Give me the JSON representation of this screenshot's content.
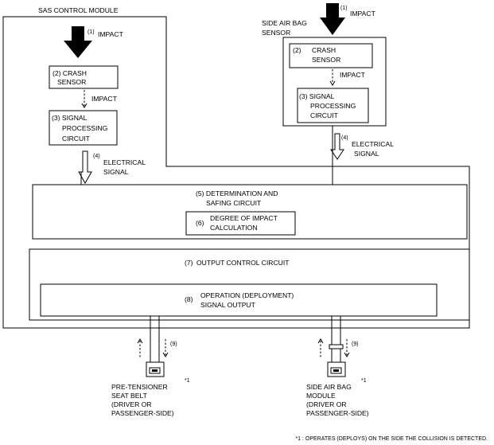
{
  "module": {
    "title": "SAS CONTROL MODULE"
  },
  "left_sensor": {
    "impact_num": "(1)",
    "impact": "IMPACT",
    "crash_sensor": [
      "(2) CRASH",
      "SENSOR"
    ],
    "mid_impact": "IMPACT",
    "signal_circuit": [
      "(3) SIGNAL",
      "PROCESSING",
      "CIRCUIT"
    ],
    "elec_num": "(4)",
    "elec": [
      "ELECTRICAL",
      "SIGNAL"
    ]
  },
  "side_sensor": {
    "title": [
      "SIDE AIR BAG",
      "SENSOR"
    ],
    "impact_num": "(1)",
    "impact": "IMPACT",
    "crash_num": "(2)",
    "crash_sensor": [
      "CRASH",
      "SENSOR"
    ],
    "mid_impact": "IMPACT",
    "signal_circuit": [
      "(3) SIGNAL",
      "PROCESSING",
      "CIRCUIT"
    ],
    "elec_num": "(4)",
    "elec": [
      "ELECTRICAL",
      "SIGNAL"
    ]
  },
  "determination": {
    "lines": [
      "(5) DETERMINATION AND",
      "SAFING CIRCUIT"
    ]
  },
  "degree": {
    "num": "(6)",
    "lines": [
      "DEGREE OF IMPACT",
      "CALCULATION"
    ]
  },
  "output_control": {
    "num": "(7)",
    "label": "OUTPUT CONTROL  CIRCUIT"
  },
  "operation": {
    "num": "(8)",
    "lines": [
      "OPERATION (DEPLOYMENT)",
      "SIGNAL OUTPUT"
    ]
  },
  "pretensioner": {
    "num": "(9)",
    "note_mark": "*1",
    "lines": [
      "PRE-TENSIONER",
      "SEAT BELT",
      "(DRIVER OR",
      "PASSENGER-SIDE)"
    ]
  },
  "side_airbag": {
    "num": "(9)",
    "note_mark": "*1",
    "lines": [
      "SIDE AIR BAG",
      "MODULE",
      "(DRIVER OR",
      "PASSENGER-SIDE)"
    ]
  },
  "footnote": "*1 : OPERATES (DEPLOYS) ON THE SIDE THE COLLISION IS DETECTED."
}
